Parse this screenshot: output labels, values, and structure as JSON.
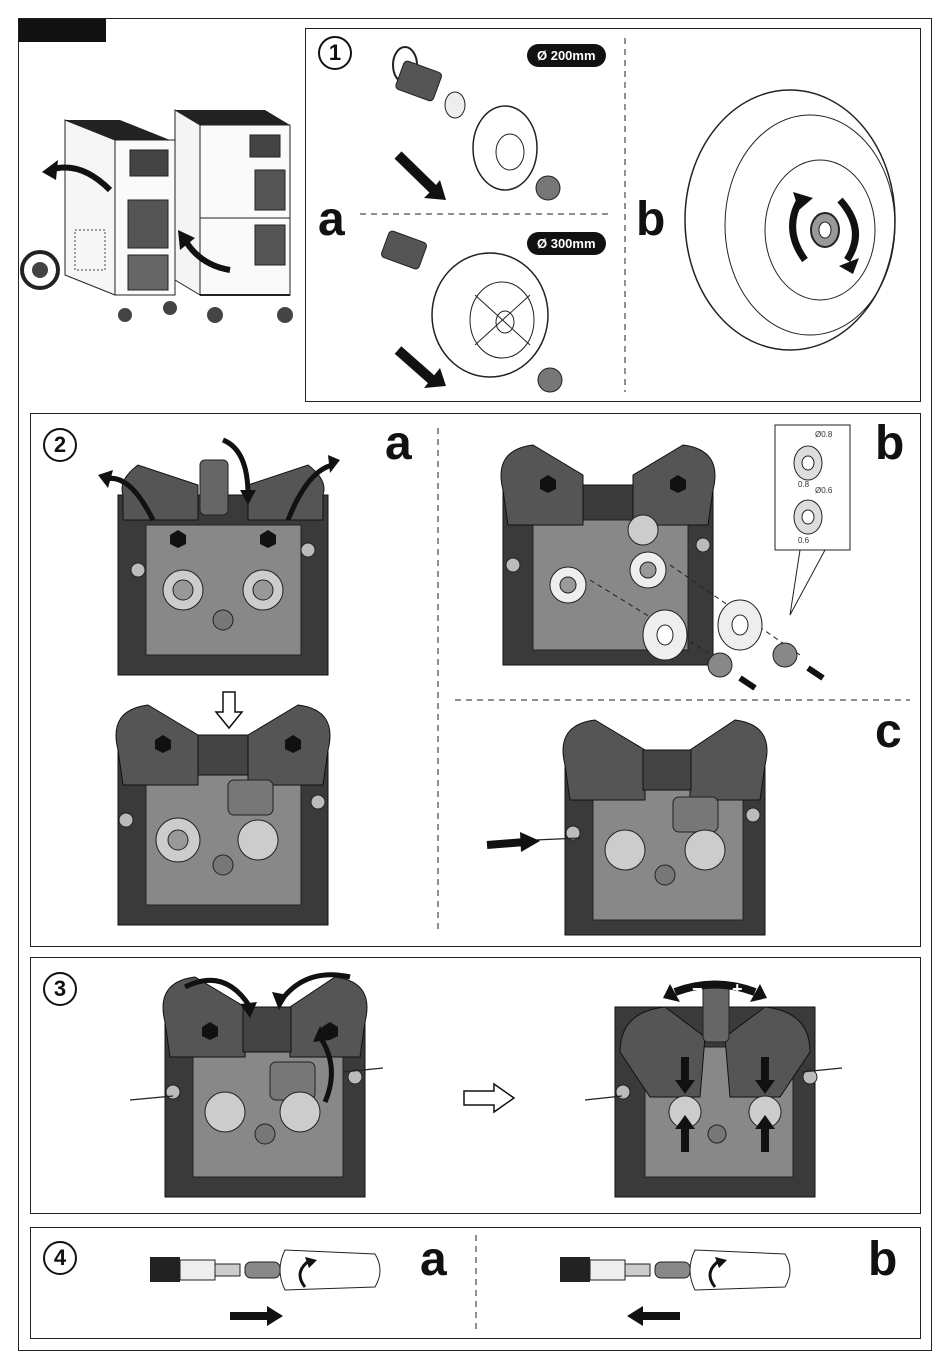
{
  "header": {
    "black_tab": ""
  },
  "step1": {
    "number": "1",
    "part_a": "a",
    "part_b": "b",
    "badge_200": "Ø 200mm",
    "badge_300": "Ø 300mm"
  },
  "step2": {
    "number": "2",
    "part_a": "a",
    "part_b": "b",
    "part_c": "c",
    "roller_label_1": "Ø0.8",
    "roller_label_2": "Ø0.6",
    "roller_small_1": "0.8",
    "roller_small_2": "0.6"
  },
  "step3": {
    "number": "3",
    "minus": "−",
    "plus": "+"
  },
  "step4": {
    "number": "4",
    "part_a": "a",
    "part_b": "b"
  },
  "colors": {
    "line": "#222222",
    "arrow": "#111111",
    "feeder_dark": "#3a3a3a",
    "feeder_mid": "#6a6a6a",
    "feeder_light": "#9a9a9a"
  }
}
